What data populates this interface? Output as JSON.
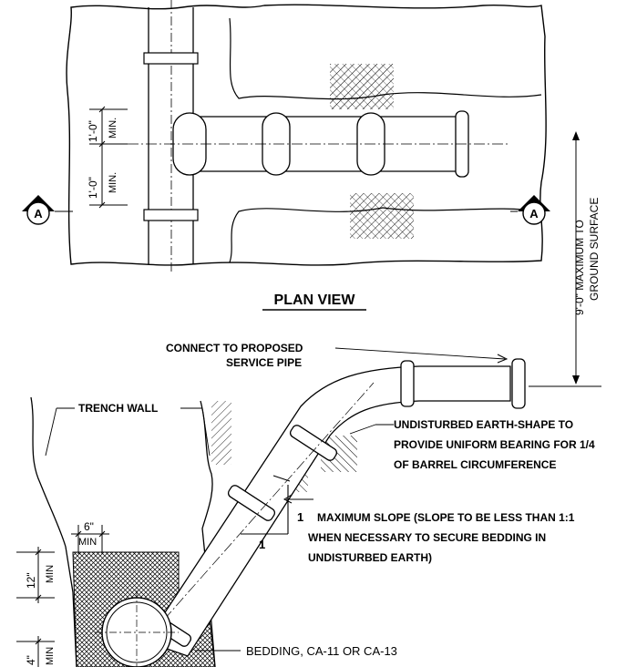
{
  "plan_view": {
    "title": "PLAN VIEW",
    "section_marker": "A",
    "dim_upper_value": "1'-0\"",
    "dim_upper_note": "MIN.",
    "dim_lower_value": "1'-0\"",
    "dim_lower_note": "MIN."
  },
  "vertical_note": {
    "line1": "9'-0\" MAXIMUM TO",
    "line2": "GROUND SURFACE"
  },
  "section_view": {
    "connect_line1": "CONNECT TO PROPOSED",
    "connect_line2": "SERVICE PIPE",
    "trench_wall": "TRENCH WALL",
    "undisturbed_line1": "UNDISTURBED EARTH-SHAPE TO",
    "undisturbed_line2": "PROVIDE UNIFORM BEARING FOR 1/4",
    "undisturbed_line3": "OF BARREL CIRCUMFERENCE",
    "slope_line1": "MAXIMUM SLOPE (SLOPE TO BE LESS THAN 1:1",
    "slope_line2": "WHEN NECESSARY TO SECURE BEDDING IN",
    "slope_line3": "UNDISTURBED EARTH)",
    "slope_rise": "1",
    "slope_run": "1",
    "dim_side_value": "6\"",
    "dim_side_note": "MIN",
    "dim_top_value": "12\"",
    "dim_top_note": "MIN",
    "dim_bottom_value": "4\"",
    "dim_bottom_note": "MIN",
    "bedding": "BEDDING, CA-11 OR CA-13"
  }
}
